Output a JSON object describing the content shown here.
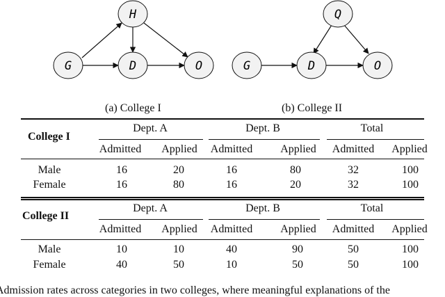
{
  "graph_a": {
    "nodes": [
      {
        "id": "G",
        "label": "G"
      },
      {
        "id": "H",
        "label": "H"
      },
      {
        "id": "D",
        "label": "D"
      },
      {
        "id": "O",
        "label": "O"
      }
    ],
    "edges": [
      [
        "G",
        "H"
      ],
      [
        "G",
        "D"
      ],
      [
        "H",
        "D"
      ],
      [
        "H",
        "O"
      ],
      [
        "D",
        "O"
      ]
    ]
  },
  "graph_b": {
    "nodes": [
      {
        "id": "G",
        "label": "G"
      },
      {
        "id": "Q",
        "label": "Q"
      },
      {
        "id": "D",
        "label": "D"
      },
      {
        "id": "O",
        "label": "O"
      }
    ],
    "edges": [
      [
        "G",
        "D"
      ],
      [
        "Q",
        "D"
      ],
      [
        "Q",
        "O"
      ],
      [
        "D",
        "O"
      ]
    ]
  },
  "captions": {
    "a": "(a) College I",
    "b": "(b) College II"
  },
  "table1": {
    "college": "College I",
    "groups": [
      "Dept. A",
      "Dept. B",
      "Total"
    ],
    "subheaders": [
      "Admitted",
      "Applied",
      "Admitted",
      "Applied",
      "Admitted",
      "Applied"
    ],
    "rows": [
      {
        "label": "Male",
        "values": [
          "16",
          "20",
          "16",
          "80",
          "32",
          "100"
        ]
      },
      {
        "label": "Female",
        "values": [
          "16",
          "80",
          "16",
          "20",
          "32",
          "100"
        ]
      }
    ]
  },
  "table2": {
    "college": "College  II",
    "groups": [
      "Dept. A",
      "Dept. B",
      "Total"
    ],
    "subheaders": [
      "Admitted",
      "Applied",
      "Admitted",
      "Applied",
      "Admitted",
      "Applied"
    ],
    "rows": [
      {
        "label": "Male",
        "values": [
          "10",
          "10",
          "40",
          "90",
          "50",
          "100"
        ]
      },
      {
        "label": "Female",
        "values": [
          "40",
          "50",
          "10",
          "50",
          "50",
          "100"
        ]
      }
    ]
  },
  "footer": "Admission rates across categories in two colleges, where meaningful explanations of the"
}
